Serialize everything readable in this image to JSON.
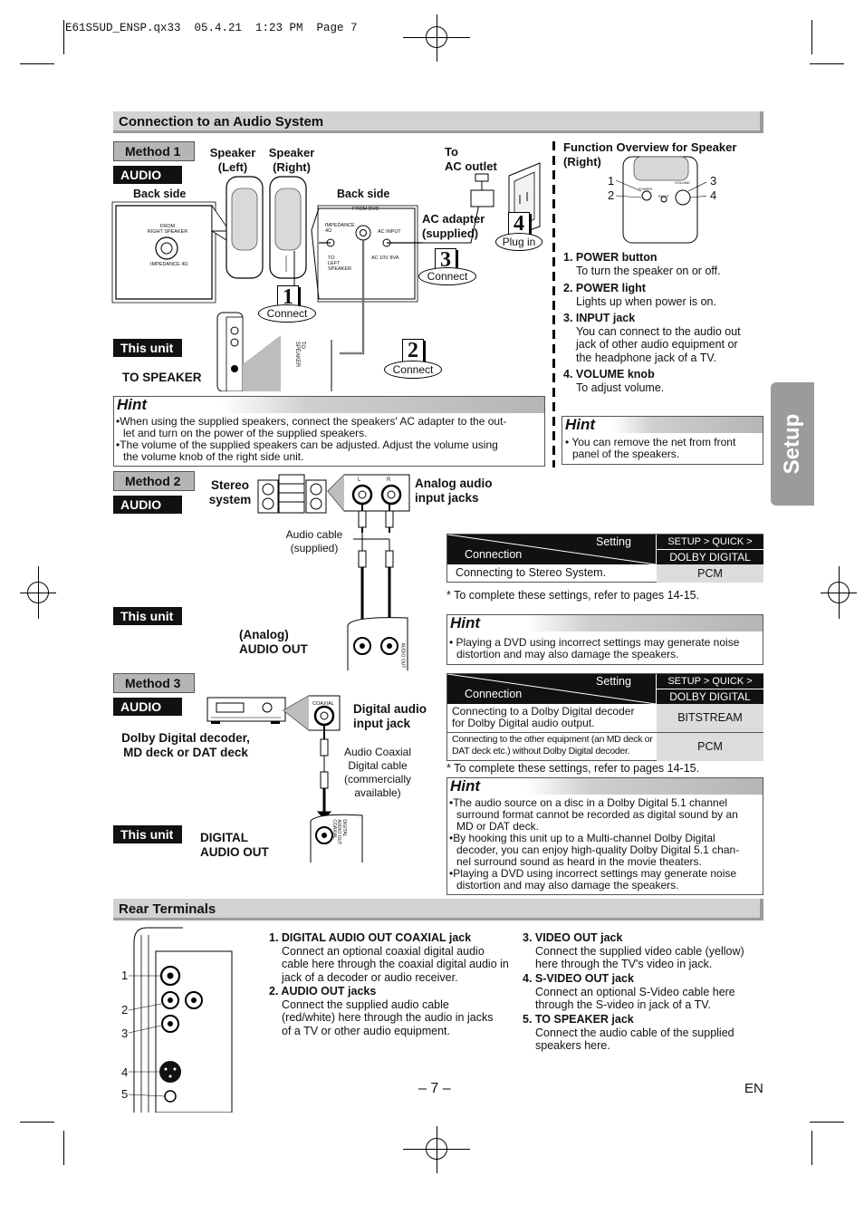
{
  "header": {
    "file_line": "E61S5UD_ENSP.qx33  05.4.21  1:23 PM  Page 7"
  },
  "section1": {
    "title": "Connection to an Audio System"
  },
  "method1": {
    "method_label": "Method 1",
    "audio_label": "AUDIO",
    "back_side_left": "Back side",
    "back_side_right": "Back side",
    "speaker_left": "Speaker\n(Left)",
    "speaker_right": "Speaker\n(Right)",
    "to_ac_outlet": "To\nAC outlet",
    "ac_adapter": "AC adapter\n(supplied)",
    "plug_in": "Plug in",
    "connect": "Connect",
    "step_numbers": [
      "1",
      "2",
      "3",
      "4"
    ],
    "this_unit": "This unit",
    "to_speaker": "TO SPEAKER",
    "panel_left": {
      "from": "FROM\nRIGHT SPEAKER",
      "imp": "IMPEDANCE 4Ω"
    },
    "panel_right": {
      "from_dvd": "FROM DVD",
      "imp": "IMPEDANCE\n4Ω",
      "ac_input": "AC INPUT",
      "to_left": "TO\nLEFT\nSPEAKER",
      "ac_rating": "AC 10V 8VA"
    },
    "to_speaker_small": "TO\nSPEAKER"
  },
  "function_overview": {
    "title": "Function Overview for Speaker\n(Right)",
    "callouts": [
      "1",
      "2",
      "3",
      "4"
    ],
    "panel_labels": {
      "power": "POWER",
      "input": "INPUT",
      "volume": "VOLUME"
    },
    "items": [
      {
        "title": "1. POWER button",
        "desc": "To turn the speaker on or off."
      },
      {
        "title": "2. POWER light",
        "desc": "Lights up when power is on."
      },
      {
        "title": "3. INPUT jack",
        "desc": "You can connect to the audio out\njack of other audio equipment or\nthe headphone jack of a TV."
      },
      {
        "title": "4. VOLUME knob",
        "desc": "To adjust volume."
      }
    ]
  },
  "hint1": {
    "title": "Hint",
    "lines": [
      "•When using the supplied speakers, connect the speakers' AC adapter to the out-\nlet and turn on the power of the supplied speakers.",
      "•The volume of the supplied speakers can be adjusted. Adjust the volume using\nthe volume knob of the right side unit."
    ]
  },
  "hint_right": {
    "title": "Hint",
    "lines": [
      "• You can remove the net from front\npanel of the speakers."
    ]
  },
  "setup_tab": "Setup",
  "method2": {
    "method_label": "Method 2",
    "audio_label": "AUDIO",
    "stereo_system": "Stereo\nsystem",
    "analog_jacks": "Analog audio\ninput jacks",
    "audio_cable": "Audio cable\n(supplied)",
    "this_unit": "This unit",
    "analog_out": "(Analog)\nAUDIO OUT",
    "jack_l": "L",
    "jack_r": "R",
    "audio_out_small": "AUDIO OUT"
  },
  "table1": {
    "setting": "Setting",
    "connection": "Connection",
    "row_label": "Connecting to Stereo System.",
    "path": "SETUP > QUICK >",
    "option": "DOLBY DIGITAL",
    "value": "PCM",
    "note": "* To complete these settings, refer to pages 14-15."
  },
  "hint2": {
    "title": "Hint",
    "lines": [
      "• Playing a DVD using incorrect settings may generate noise\ndistortion and may also damage the speakers."
    ]
  },
  "table2": {
    "setting": "Setting",
    "connection": "Connection",
    "path": "SETUP > QUICK >",
    "option": "DOLBY DIGITAL",
    "rows": [
      {
        "label": "Connecting to a Dolby Digital decoder\nfor Dolby Digital audio output.",
        "value": "BITSTREAM"
      },
      {
        "label": "Connecting to the other equipment (an MD deck or\nDAT deck etc.) without Dolby Digital decoder.",
        "value": "PCM"
      }
    ],
    "note": "* To complete these settings, refer to pages 14-15."
  },
  "method3": {
    "method_label": "Method 3",
    "audio_label": "AUDIO",
    "digital_jack": "Digital audio\ninput jack",
    "decoder": "Dolby Digital decoder,\nMD deck or DAT deck",
    "coax_cable": "Audio Coaxial\nDigital cable\n(commercially\navailable)",
    "this_unit": "This unit",
    "digital_out": "DIGITAL\nAUDIO OUT",
    "coaxial_small": "COAXIAL",
    "digital_small": "DIGITAL\nAUDIO OUT\nCOAXIAL"
  },
  "hint3": {
    "title": "Hint",
    "lines": [
      "•The audio source on a disc in a Dolby Digital 5.1 channel\nsurround format cannot be recorded as digital sound by an\nMD or DAT deck.",
      "•By hooking this unit up to a Multi-channel Dolby Digital\ndecoder, you can enjoy high-quality Dolby Digital 5.1 chan-\nnel surround sound as heard in the movie theaters.",
      "•Playing a DVD using incorrect settings may generate noise\ndistortion and may also damage the speakers."
    ]
  },
  "section2": {
    "title": "Rear Terminals"
  },
  "rear": {
    "callouts": [
      "1",
      "2",
      "3",
      "4",
      "5"
    ],
    "col1": [
      {
        "title": "1. DIGITAL AUDIO OUT COAXIAL jack",
        "desc": "Connect an optional coaxial digital audio\ncable here through the coaxial digital audio in\njack of a decoder or audio receiver."
      },
      {
        "title": "2. AUDIO OUT jacks",
        "desc": "Connect the supplied audio cable\n(red/white) here through the audio in jacks\nof a TV or other audio equipment."
      }
    ],
    "col2": [
      {
        "title": "3. VIDEO OUT jack",
        "desc": "Connect the supplied video cable (yellow)\nhere through the TV's video in jack."
      },
      {
        "title": "4. S-VIDEO OUT jack",
        "desc": "Connect an optional S-Video cable here\nthrough the S-video in jack of a TV."
      },
      {
        "title": "5. TO SPEAKER jack",
        "desc": "Connect the audio cable of the supplied\nspeakers here."
      }
    ]
  },
  "footer": {
    "page": "– 7 –",
    "lang": "EN"
  }
}
